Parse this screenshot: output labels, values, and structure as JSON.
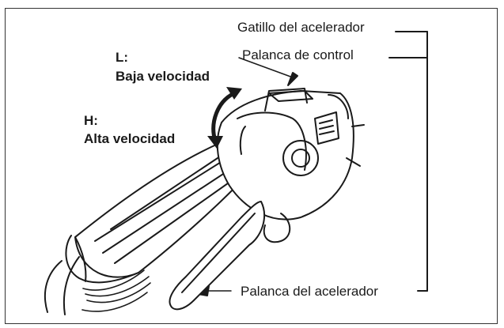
{
  "labels": {
    "low_code": "L:",
    "low_text": "Baja velocidad",
    "high_code": "H:",
    "high_text": "Alta velocidad",
    "throttle_trigger": "Gatillo del acelerador",
    "control_lever": "Palanca de control",
    "throttle_lever": "Palanca del acelerador"
  },
  "colors": {
    "line": "#1a1a1a",
    "frame": "#333333",
    "background": "#ffffff"
  }
}
